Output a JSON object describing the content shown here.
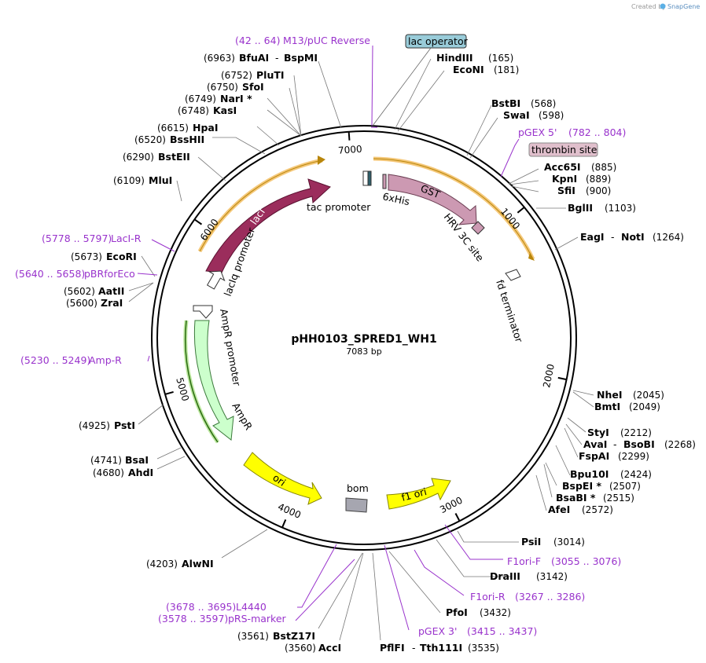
{
  "plasmid": {
    "name": "pHH0103_SPRED1_WH1",
    "length_label": "7083 bp",
    "length": 7083
  },
  "credit": {
    "prefix": "Created by",
    "brand": "SnapGene"
  },
  "colors": {
    "primer": "#9933cc",
    "backbone": "#000000",
    "lacI": "#9b2d5c",
    "GST": "#cc99b2",
    "AmpR": "#ccffcc",
    "ori": "#ffff00",
    "f1ori": "#ffff00",
    "promoter": "#ffffff",
    "bom": "#a6a6b0",
    "lac_operator_box": "#99ccd9",
    "thrombin_box": "#e0bfcc",
    "orange_glow": "#f5a623"
  },
  "ticks": [
    {
      "pos": 1000,
      "label": "1000"
    },
    {
      "pos": 2000,
      "label": "2000"
    },
    {
      "pos": 3000,
      "label": "3000"
    },
    {
      "pos": 4000,
      "label": "4000"
    },
    {
      "pos": 5000,
      "label": "5000"
    },
    {
      "pos": 6000,
      "label": "6000"
    },
    {
      "pos": 7000,
      "label": "7000"
    }
  ],
  "features": [
    {
      "name": "lacI",
      "start": 5500,
      "end": 6580,
      "dir": "cw",
      "color": "#9b2d5c",
      "label": "lacI",
      "label_inside": true,
      "text_color": "#ffffff"
    },
    {
      "name": "GST",
      "start": 280,
      "end": 890,
      "dir": "cw",
      "color": "#cc99b2",
      "label": "GST",
      "label_inside": true,
      "text_color": "#000000"
    },
    {
      "name": "AmpR",
      "start": 4750,
      "end": 5250,
      "dir": "ccw",
      "color": "#ccffcc",
      "label": "AmpR",
      "label_inside": false,
      "text_color": "#000000"
    },
    {
      "name": "ori",
      "start": 4050,
      "end": 4400,
      "dir": "ccw",
      "color": "#ffff00",
      "label": "ori",
      "label_inside": true,
      "text_color": "#000000"
    },
    {
      "name": "f1 ori",
      "start": 2820,
      "end": 3130,
      "dir": "ccw",
      "color": "#ffff00",
      "label": "f1 ori",
      "label_inside": true,
      "text_color": "#000000"
    }
  ],
  "small_features": [
    {
      "name": "lacIq promoter",
      "label": "lacIq promoter"
    },
    {
      "name": "tac promoter",
      "label": "tac promoter"
    },
    {
      "name": "6xHis",
      "label": "6xHis"
    },
    {
      "name": "HRV 3C site",
      "label": "HRV 3C site"
    },
    {
      "name": "fd terminator",
      "label": "fd terminator"
    },
    {
      "name": "AmpR promoter",
      "label": "AmpR promoter"
    },
    {
      "name": "bom",
      "label": "bom"
    }
  ],
  "boxed_features": [
    {
      "name": "lac operator",
      "label": "lac operator"
    },
    {
      "name": "thrombin site",
      "label": "thrombin site"
    }
  ],
  "enzymes": [
    {
      "name": "HindIII",
      "pos": "(165)"
    },
    {
      "name": "EcoNI",
      "pos": "(181)"
    },
    {
      "name": "BstBI",
      "pos": "(568)"
    },
    {
      "name": "SwaI",
      "pos": "(598)"
    },
    {
      "name": "Acc65I",
      "pos": "(885)"
    },
    {
      "name": "KpnI",
      "pos": "(889)"
    },
    {
      "name": "SfiI",
      "pos": "(900)"
    },
    {
      "name": "BglII",
      "pos": "(1103)"
    },
    {
      "name": "EagI",
      "name2": "NotI",
      "pos": "(1264)"
    },
    {
      "name": "NheI",
      "pos": "(2045)"
    },
    {
      "name": "BmtI",
      "pos": "(2049)"
    },
    {
      "name": "StyI",
      "pos": "(2212)"
    },
    {
      "name": "AvaI",
      "name2": "BsoBI",
      "pos": "(2268)"
    },
    {
      "name": "FspAI",
      "pos": "(2299)"
    },
    {
      "name": "Bpu10I",
      "pos": "(2424)"
    },
    {
      "name": "BspEI *",
      "pos": "(2507)"
    },
    {
      "name": "BsaBI *",
      "pos": "(2515)"
    },
    {
      "name": "AfeI",
      "pos": "(2572)"
    },
    {
      "name": "PsiI",
      "pos": "(3014)"
    },
    {
      "name": "DraIII",
      "pos": "(3142)"
    },
    {
      "name": "PfoI",
      "pos": "(3432)"
    },
    {
      "name": "PflFI",
      "name2": "Tth111I",
      "pos": "(3535)"
    },
    {
      "name": "AccI",
      "pos": "(3560)"
    },
    {
      "name": "BstZ17I",
      "pos": "(3561)"
    },
    {
      "name": "AlwNI",
      "pos": "(4203)"
    },
    {
      "name": "AhdI",
      "pos": "(4680)"
    },
    {
      "name": "BsaI",
      "pos": "(4741)"
    },
    {
      "name": "PstI",
      "pos": "(4925)"
    },
    {
      "name": "ZraI",
      "pos": "(5600)"
    },
    {
      "name": "AatII",
      "pos": "(5602)"
    },
    {
      "name": "EcoRI",
      "pos": "(5673)"
    },
    {
      "name": "MluI",
      "pos": "(6109)"
    },
    {
      "name": "BstEII",
      "pos": "(6290)"
    },
    {
      "name": "BssHII",
      "pos": "(6520)"
    },
    {
      "name": "HpaI",
      "pos": "(6615)"
    },
    {
      "name": "KasI",
      "pos": "(6748)"
    },
    {
      "name": "NarI *",
      "pos": "(6749)"
    },
    {
      "name": "SfoI",
      "pos": "(6750)"
    },
    {
      "name": "PluTI",
      "pos": "(6752)"
    },
    {
      "name": "BfuAI",
      "name2": "BspMI",
      "pos": "(6963)"
    }
  ],
  "primers": [
    {
      "name": "M13/pUC Reverse",
      "range": "(42 .. 64)"
    },
    {
      "name": "pGEX 5'",
      "range": "(782 .. 804)"
    },
    {
      "name": "F1ori-F",
      "range": "(3055 .. 3076)"
    },
    {
      "name": "F1ori-R",
      "range": "(3267 .. 3286)"
    },
    {
      "name": "pGEX 3'",
      "range": "(3415 .. 3437)"
    },
    {
      "name": "L4440",
      "range": "(3678 .. 3695)"
    },
    {
      "name": "pRS-marker",
      "range": "(3578 .. 3597)"
    },
    {
      "name": "Amp-R",
      "range": "(5230 .. 5249)"
    },
    {
      "name": "pBRforEco",
      "range": "(5640 .. 5658)"
    },
    {
      "name": "LacI-R",
      "range": "(5778 .. 5797)"
    }
  ],
  "separator": "-"
}
